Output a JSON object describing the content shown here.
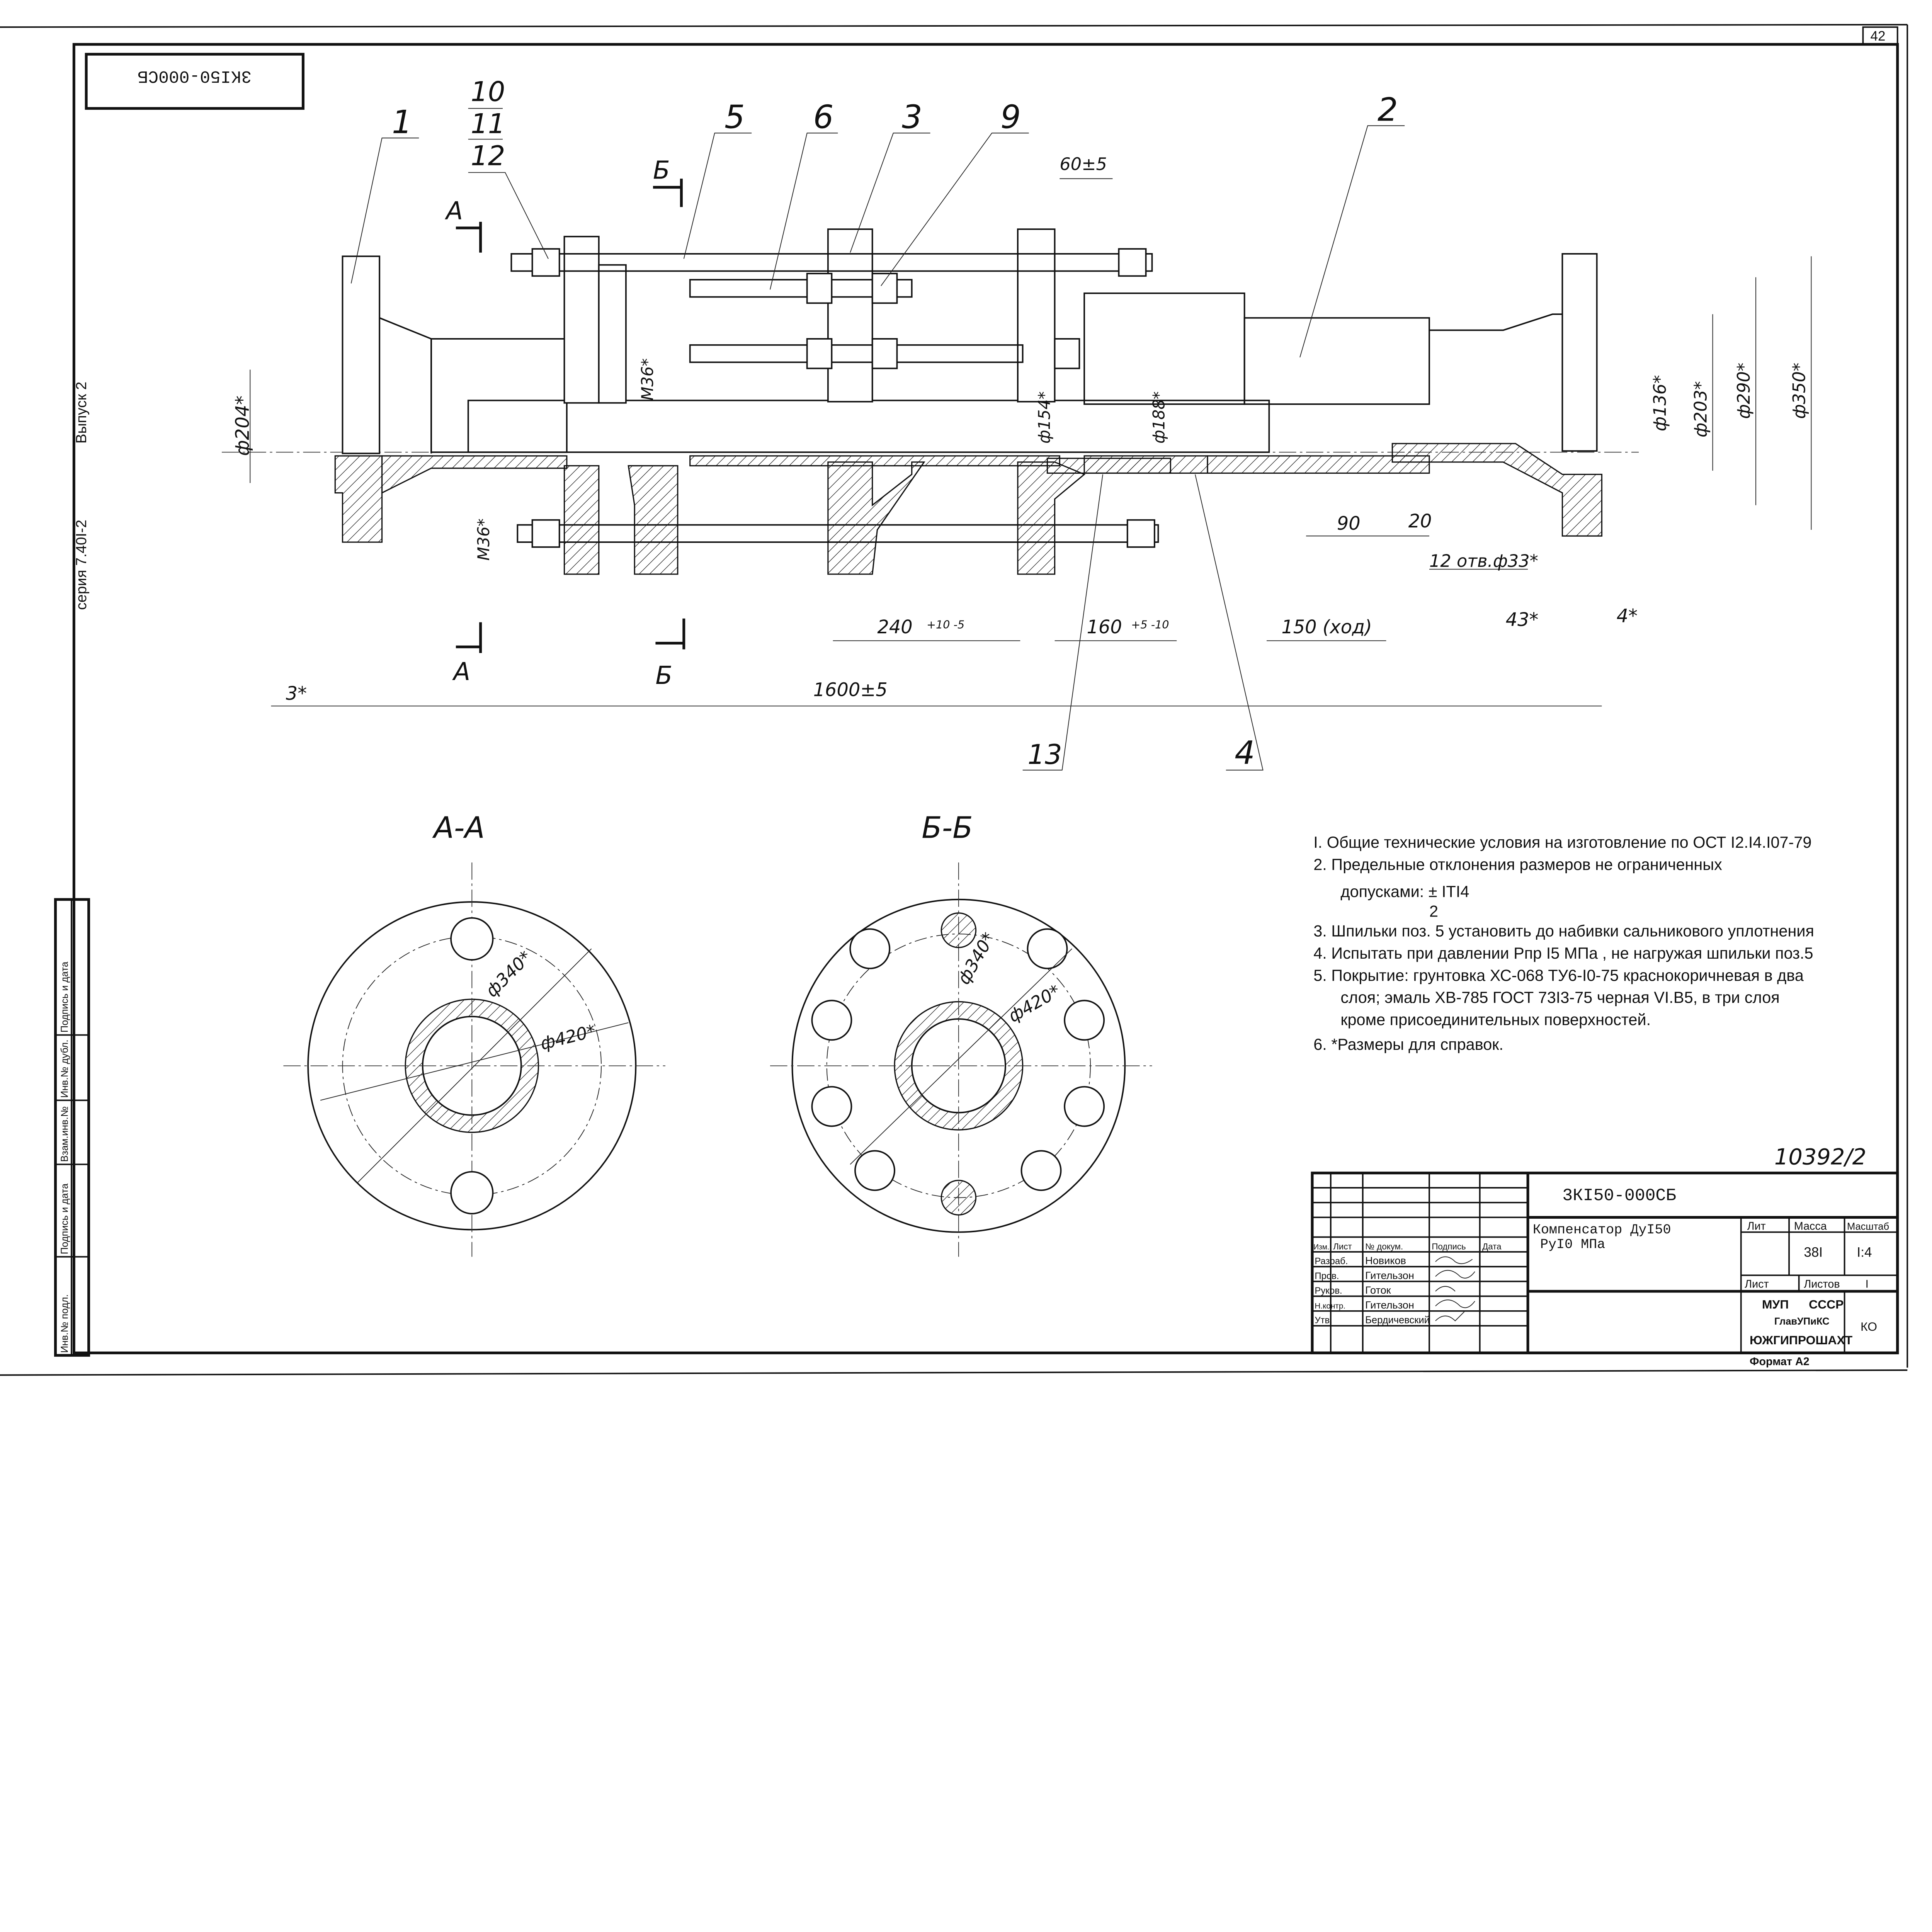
{
  "sheet_number": "42",
  "doc_code_rotated": "3КI50-000СБ",
  "margin": {
    "issue": "Выпуск 2",
    "series": "серия 7.40I-2",
    "stamp_columns": [
      "Инв.№ подл.",
      "Подпись и дата",
      "Взам.инв.№",
      "Инв.№ дубл.",
      "Подпись и дата"
    ]
  },
  "positions": [
    "1",
    "2",
    "3",
    "4",
    "5",
    "6",
    "9",
    "10",
    "11",
    "12",
    "13"
  ],
  "section_marks": {
    "a": "А",
    "b": "Б"
  },
  "dimensions": {
    "d60": "60±5",
    "d204": "ф204*",
    "m36_top": "М36*",
    "m36_bot": "М36*",
    "d154": "ф154*",
    "d188": "ф188*",
    "d136": "ф136*",
    "d203": "ф203*",
    "d290": "ф290*",
    "d350": "ф350*",
    "d90": "90",
    "d20": "20",
    "holes": "12 отв.ф33*",
    "d240": "240",
    "d240_tol": "+10 -5",
    "d160": "160",
    "d160_tol": "+5 -10",
    "stroke": "150 (ход)",
    "d43": "43*",
    "d4": "4*",
    "d3": "3*",
    "d1600": "1600±5"
  },
  "sections": {
    "aa": {
      "title": "А-А",
      "d340": "ф340*",
      "d420": "ф420*"
    },
    "bb": {
      "title": "Б-Б",
      "d340": "ф340*",
      "d420": "ф420*"
    }
  },
  "notes": [
    "I. Общие технические условия на изготовление по ОСТ I2.I4.I07-79",
    "2. Предельные отклонения размеров не ограниченных",
    "допусками:  ± IТI4",
    "2",
    "3. Шпильки поз. 5 установить до набивки сальникового уплотнения",
    "4. Испытать при давлении Рпр   I5 МПа   , не нагружая шпильки поз.5",
    "5. Покрытие: грунтовка ХС-068 ТУ6-I0-75 краснокоричневая в два",
    "слоя; эмаль ХВ-785 ГОСТ 73I3-75 черная VI.В5, в три слоя",
    "кроме присоединительных поверхностей.",
    "6. *Размеры для справок."
  ],
  "archive_number": "10392/2",
  "title_block": {
    "designation": "3КI50-000СБ",
    "name_line1": "Компенсатор ДуI50",
    "name_line2": "РуI0 МПа",
    "headers": [
      "Изм.",
      "Лист",
      "№ докум.",
      "Подпись",
      "Дата"
    ],
    "roles": [
      "Разраб.",
      "Пров.",
      "Руков.",
      "Н.контр.",
      "Утв."
    ],
    "names": [
      "Новиков",
      "Гительзон",
      "Готок",
      "Гительзон",
      "Бердичевский"
    ],
    "lit_label": "Лит",
    "mass_label": "Масса",
    "scale_label": "Масштаб",
    "mass": "38I",
    "scale": "I:4",
    "sheet_label": "Лист",
    "sheets_label": "Листов",
    "sheets": "I",
    "org_line1": "МУП",
    "org_line2": "СССР",
    "org_line3": "ГлавУПиКС",
    "org_line4": "ЮЖГИПРОШАХТ",
    "code": "КО",
    "format": "Формат А2"
  }
}
